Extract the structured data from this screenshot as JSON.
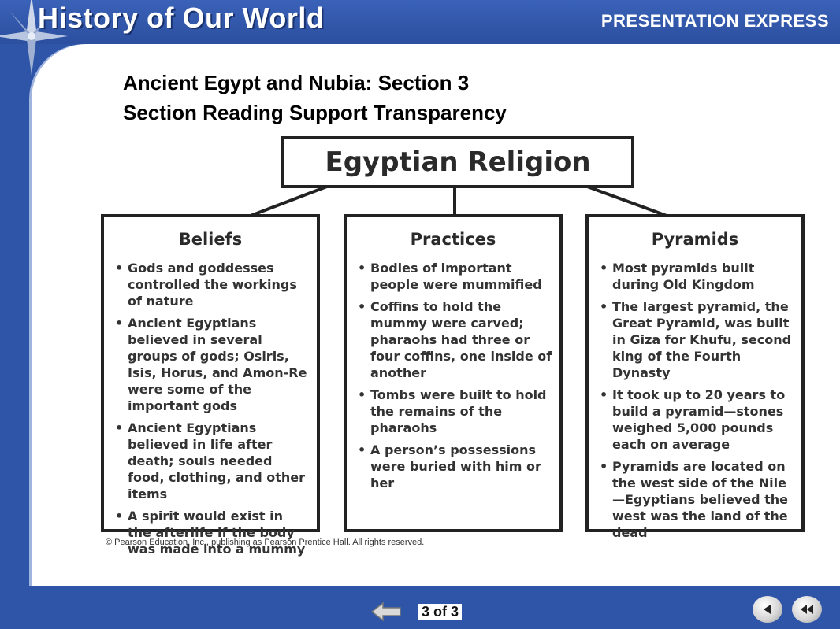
{
  "header": {
    "brand_title": "History of Our World",
    "presentation_label": "PRESENTATION EXPRESS"
  },
  "slide": {
    "title_line1": "Ancient Egypt and Nubia: Section 3",
    "title_line2": "Section Reading Support Transparency"
  },
  "diagram": {
    "root": "Egyptian Religion",
    "columns": [
      {
        "heading": "Beliefs",
        "items": [
          "Gods and goddesses controlled the workings of nature",
          "Ancient Egyptians believed in several groups of gods; Osiris, Isis, Horus, and Amon-Re were some of the important gods",
          "Ancient Egyptians believed in life after death; souls needed food, clothing, and other items",
          "A spirit would exist in the afterlife if the body was made into a mummy"
        ]
      },
      {
        "heading": "Practices",
        "items": [
          "Bodies of important people were mummified",
          "Coffins to hold the mummy were carved; pharaohs had three or four coffins, one inside of another",
          "Tombs were built to hold the remains of the pharaohs",
          "A person’s possessions were buried with him or her"
        ]
      },
      {
        "heading": "Pyramids",
        "items": [
          "Most pyramids built during Old Kingdom",
          "The largest pyramid, the Great Pyramid, was built in Giza for Khufu, second king of the Fourth Dynasty",
          "It took up to 20 years to build a pyramid—stones weighed 5,000 pounds each on average",
          "Pyramids are located on the west side of the Nile—Egyptians believed the west was the land of the dead"
        ]
      }
    ]
  },
  "copyright": "© Pearson Education, Inc., publishing as Pearson Prentice Hall. All rights reserved.",
  "footer": {
    "page_indicator": "3 of 3"
  },
  "colors": {
    "background_blue": "#2e55a8",
    "slide_white": "#ffffff",
    "box_border": "#222222"
  }
}
